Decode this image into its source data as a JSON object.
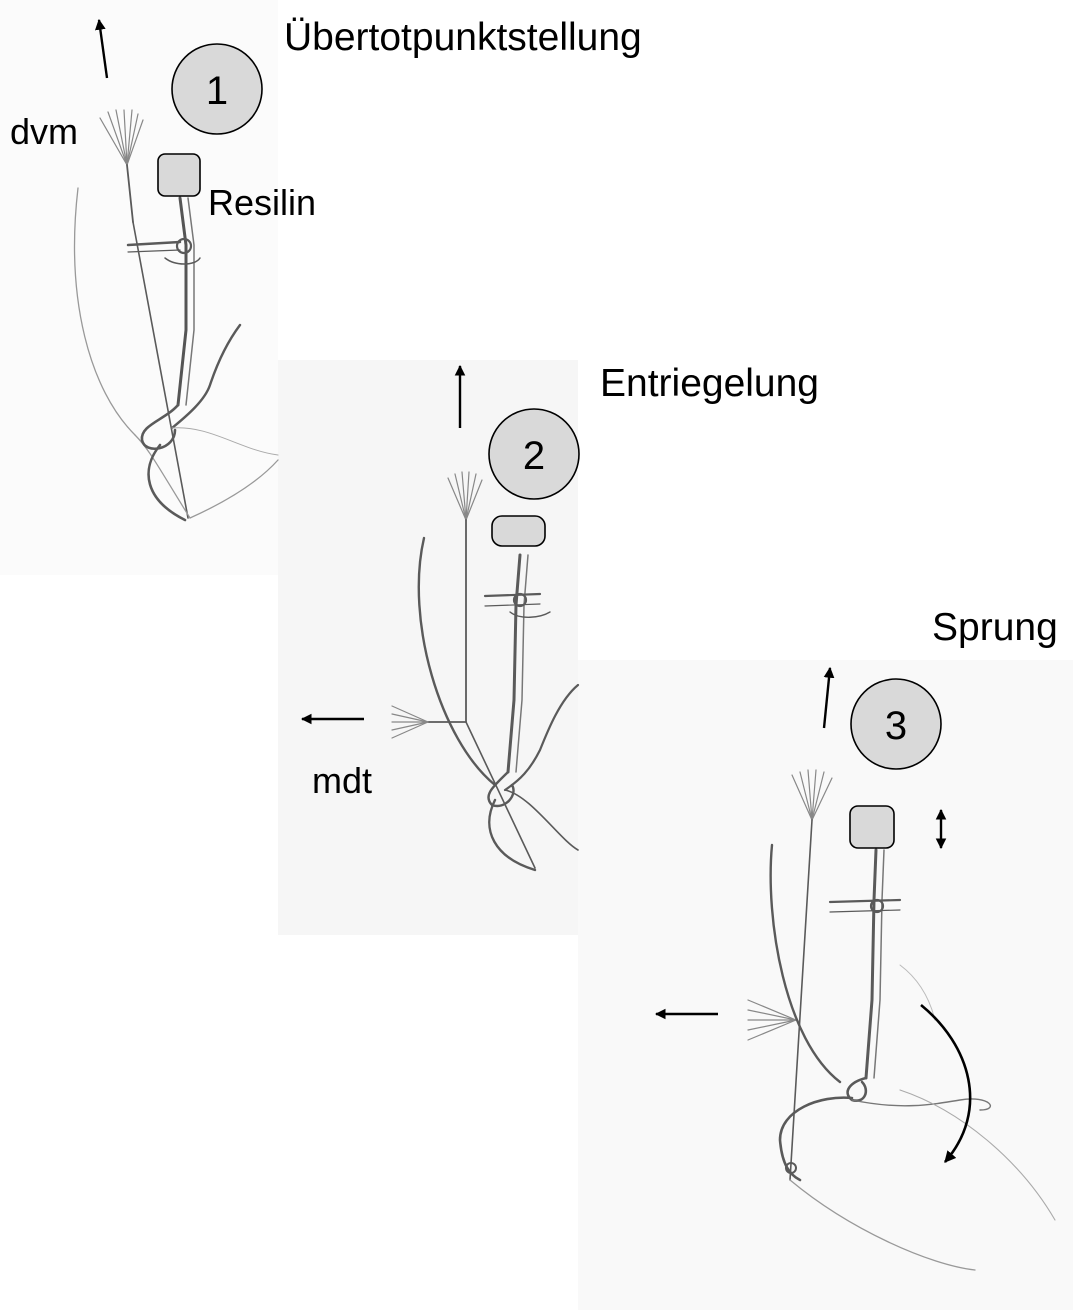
{
  "stages": [
    {
      "number": "1",
      "title": "Übertotpunktstellung"
    },
    {
      "number": "2",
      "title": "Entriegelung"
    },
    {
      "number": "3",
      "title": "Sprung"
    }
  ],
  "labels": {
    "dvm": "dvm",
    "resilin": "Resilin",
    "mdt": "mdt"
  },
  "colors": {
    "circle_fill": "#d9d9d9",
    "sketch_stroke": "#555555",
    "arrow": "#000000"
  }
}
